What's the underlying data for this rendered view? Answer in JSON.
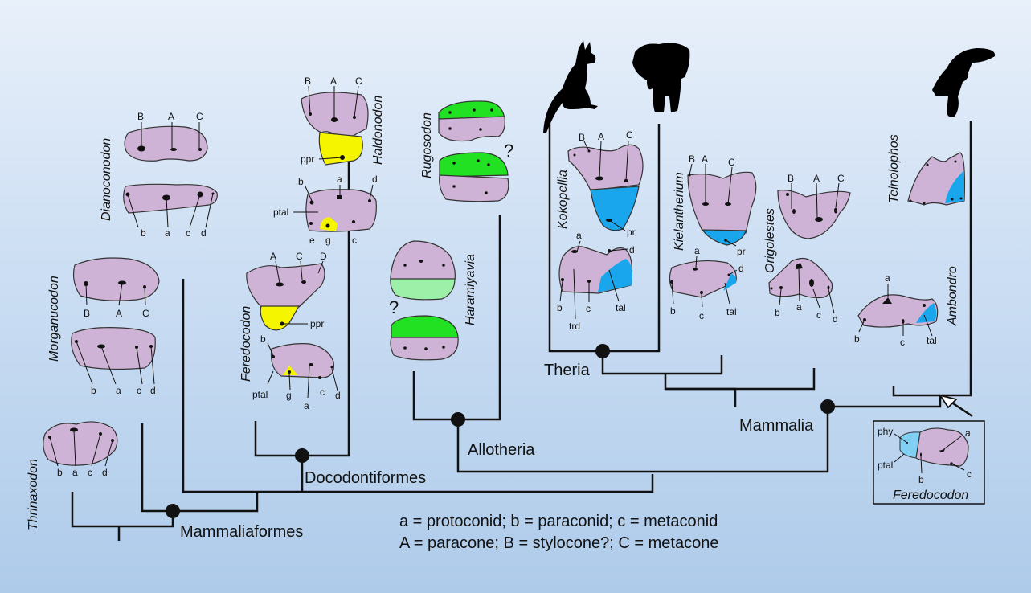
{
  "colors": {
    "tooth": "#cfb3d6",
    "yellow_region": "#f5f500",
    "green_region": "#22e022",
    "light_green_region": "#9cf0a8",
    "blue_region": "#1aa6ec",
    "light_blue_region": "#7fd0f2",
    "line": "#111111"
  },
  "clades": {
    "mammaliaformes": "Mammaliaformes",
    "docodontiformes": "Docodontiformes",
    "allotheria": "Allotheria",
    "theria": "Theria",
    "mammalia": "Mammalia"
  },
  "taxa": {
    "thrinaxodon": "Thrinaxodon",
    "morganucodon": "Morganucodon",
    "dianoconodon": "Dianoconodon",
    "haldonodon": "Haldonodon",
    "feredocodon": "Feredocodon",
    "rugosodon": "Rugosodon",
    "haramiyavia": "Haramiyavia",
    "kokopellia": "Kokopellia",
    "kielantherium": "Kielantherium",
    "origolestes": "Origolestes",
    "teinolophos": "Teinolophos",
    "ambondro": "Ambondro",
    "inset_feredocodon": "Feredocodon"
  },
  "cusp_labels": {
    "upper": [
      "B",
      "A",
      "C"
    ],
    "upper_D": "D",
    "lower": [
      "b",
      "a",
      "c",
      "d"
    ],
    "e": "e",
    "g": "g",
    "ppr": "ppr",
    "ptal": "ptal",
    "pr": "pr",
    "tal": "tal",
    "trd": "trd",
    "phy": "phy"
  },
  "uncertain_mark": "?",
  "legend": {
    "line1": "a = protoconid; b = paraconid; c = metaconid",
    "line2": "A = paracone; B = stylocone?; C = metacone"
  },
  "silhouettes": [
    "kangaroo-icon",
    "elephant-icon",
    "platypus-icon"
  ]
}
